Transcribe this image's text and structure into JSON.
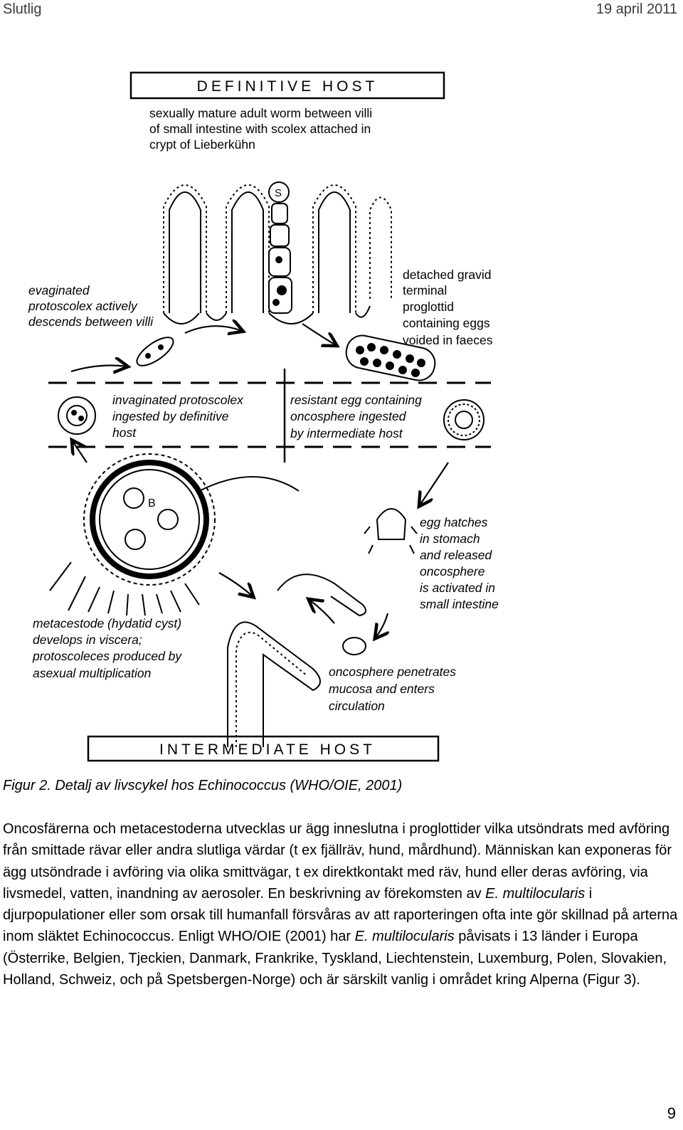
{
  "header": {
    "left": "Slutlig",
    "right": "19 april 2011"
  },
  "figure": {
    "box_top": "DEFINITIVE HOST",
    "box_bottom": "INTERMEDIATE HOST",
    "adult_worm": [
      "sexually mature adult worm between villi",
      "of small intestine with scolex attached in",
      "crypt of Lieberkühn"
    ],
    "evaginated": [
      "evaginated",
      "protoscolex actively",
      "descends between villi"
    ],
    "proglottid": [
      "detached gravid",
      "terminal",
      "proglottid",
      "containing eggs",
      "voided in faeces"
    ],
    "invaginated": [
      "invaginated protoscolex",
      "ingested by definitive",
      "host"
    ],
    "resistant_egg": [
      "resistant egg containing",
      "oncosphere ingested",
      "by intermediate host"
    ],
    "egg_hatches": [
      "egg hatches",
      "in stomach",
      "and released",
      "oncosphere",
      "is activated in",
      "small intestine"
    ],
    "metacestode": [
      "metacestode (hydatid cyst)",
      "develops in viscera;",
      "protoscoleces produced by",
      "asexual multiplication"
    ],
    "oncosphere_penetrates": [
      "oncosphere penetrates",
      "mucosa and enters",
      "circulation"
    ],
    "letter_s": "S",
    "letter_b": "B"
  },
  "caption": "Figur 2. Detalj av livscykel hos Echinococcus (WHO/OIE, 2001)",
  "body": {
    "t1": "Oncosfärerna och metacestoderna utvecklas ur ägg inneslutna i proglottider vilka utsöndrats med avföring från smittade rävar eller andra slutliga värdar (t ex fjällräv, hund, mårdhund). Människan kan exponeras för ägg utsöndrade i avföring via olika smittvägar, t ex direktkontakt med räv, hund eller deras avföring, via livsmedel, vatten, inandning av aerosoler. En beskrivning av förekomsten av ",
    "em1": "E. multilocularis",
    "t2": " i djurpopulationer eller som orsak till humanfall försvåras av att raporteringen ofta inte gör skillnad på arterna inom släktet Echinococcus. Enligt WHO/OIE (2001) har ",
    "em2": "E. multilocularis",
    "t3": " påvisats i 13 länder i Europa (Österrike, Belgien, Tjeckien, Danmark, Frankrike, Tyskland, Liechtenstein, Luxemburg, Polen, Slovakien, Holland, Schweiz, och på Spetsbergen-Norge) och är särskilt vanlig i området kring Alperna (Figur 3)."
  },
  "page_number": "9"
}
